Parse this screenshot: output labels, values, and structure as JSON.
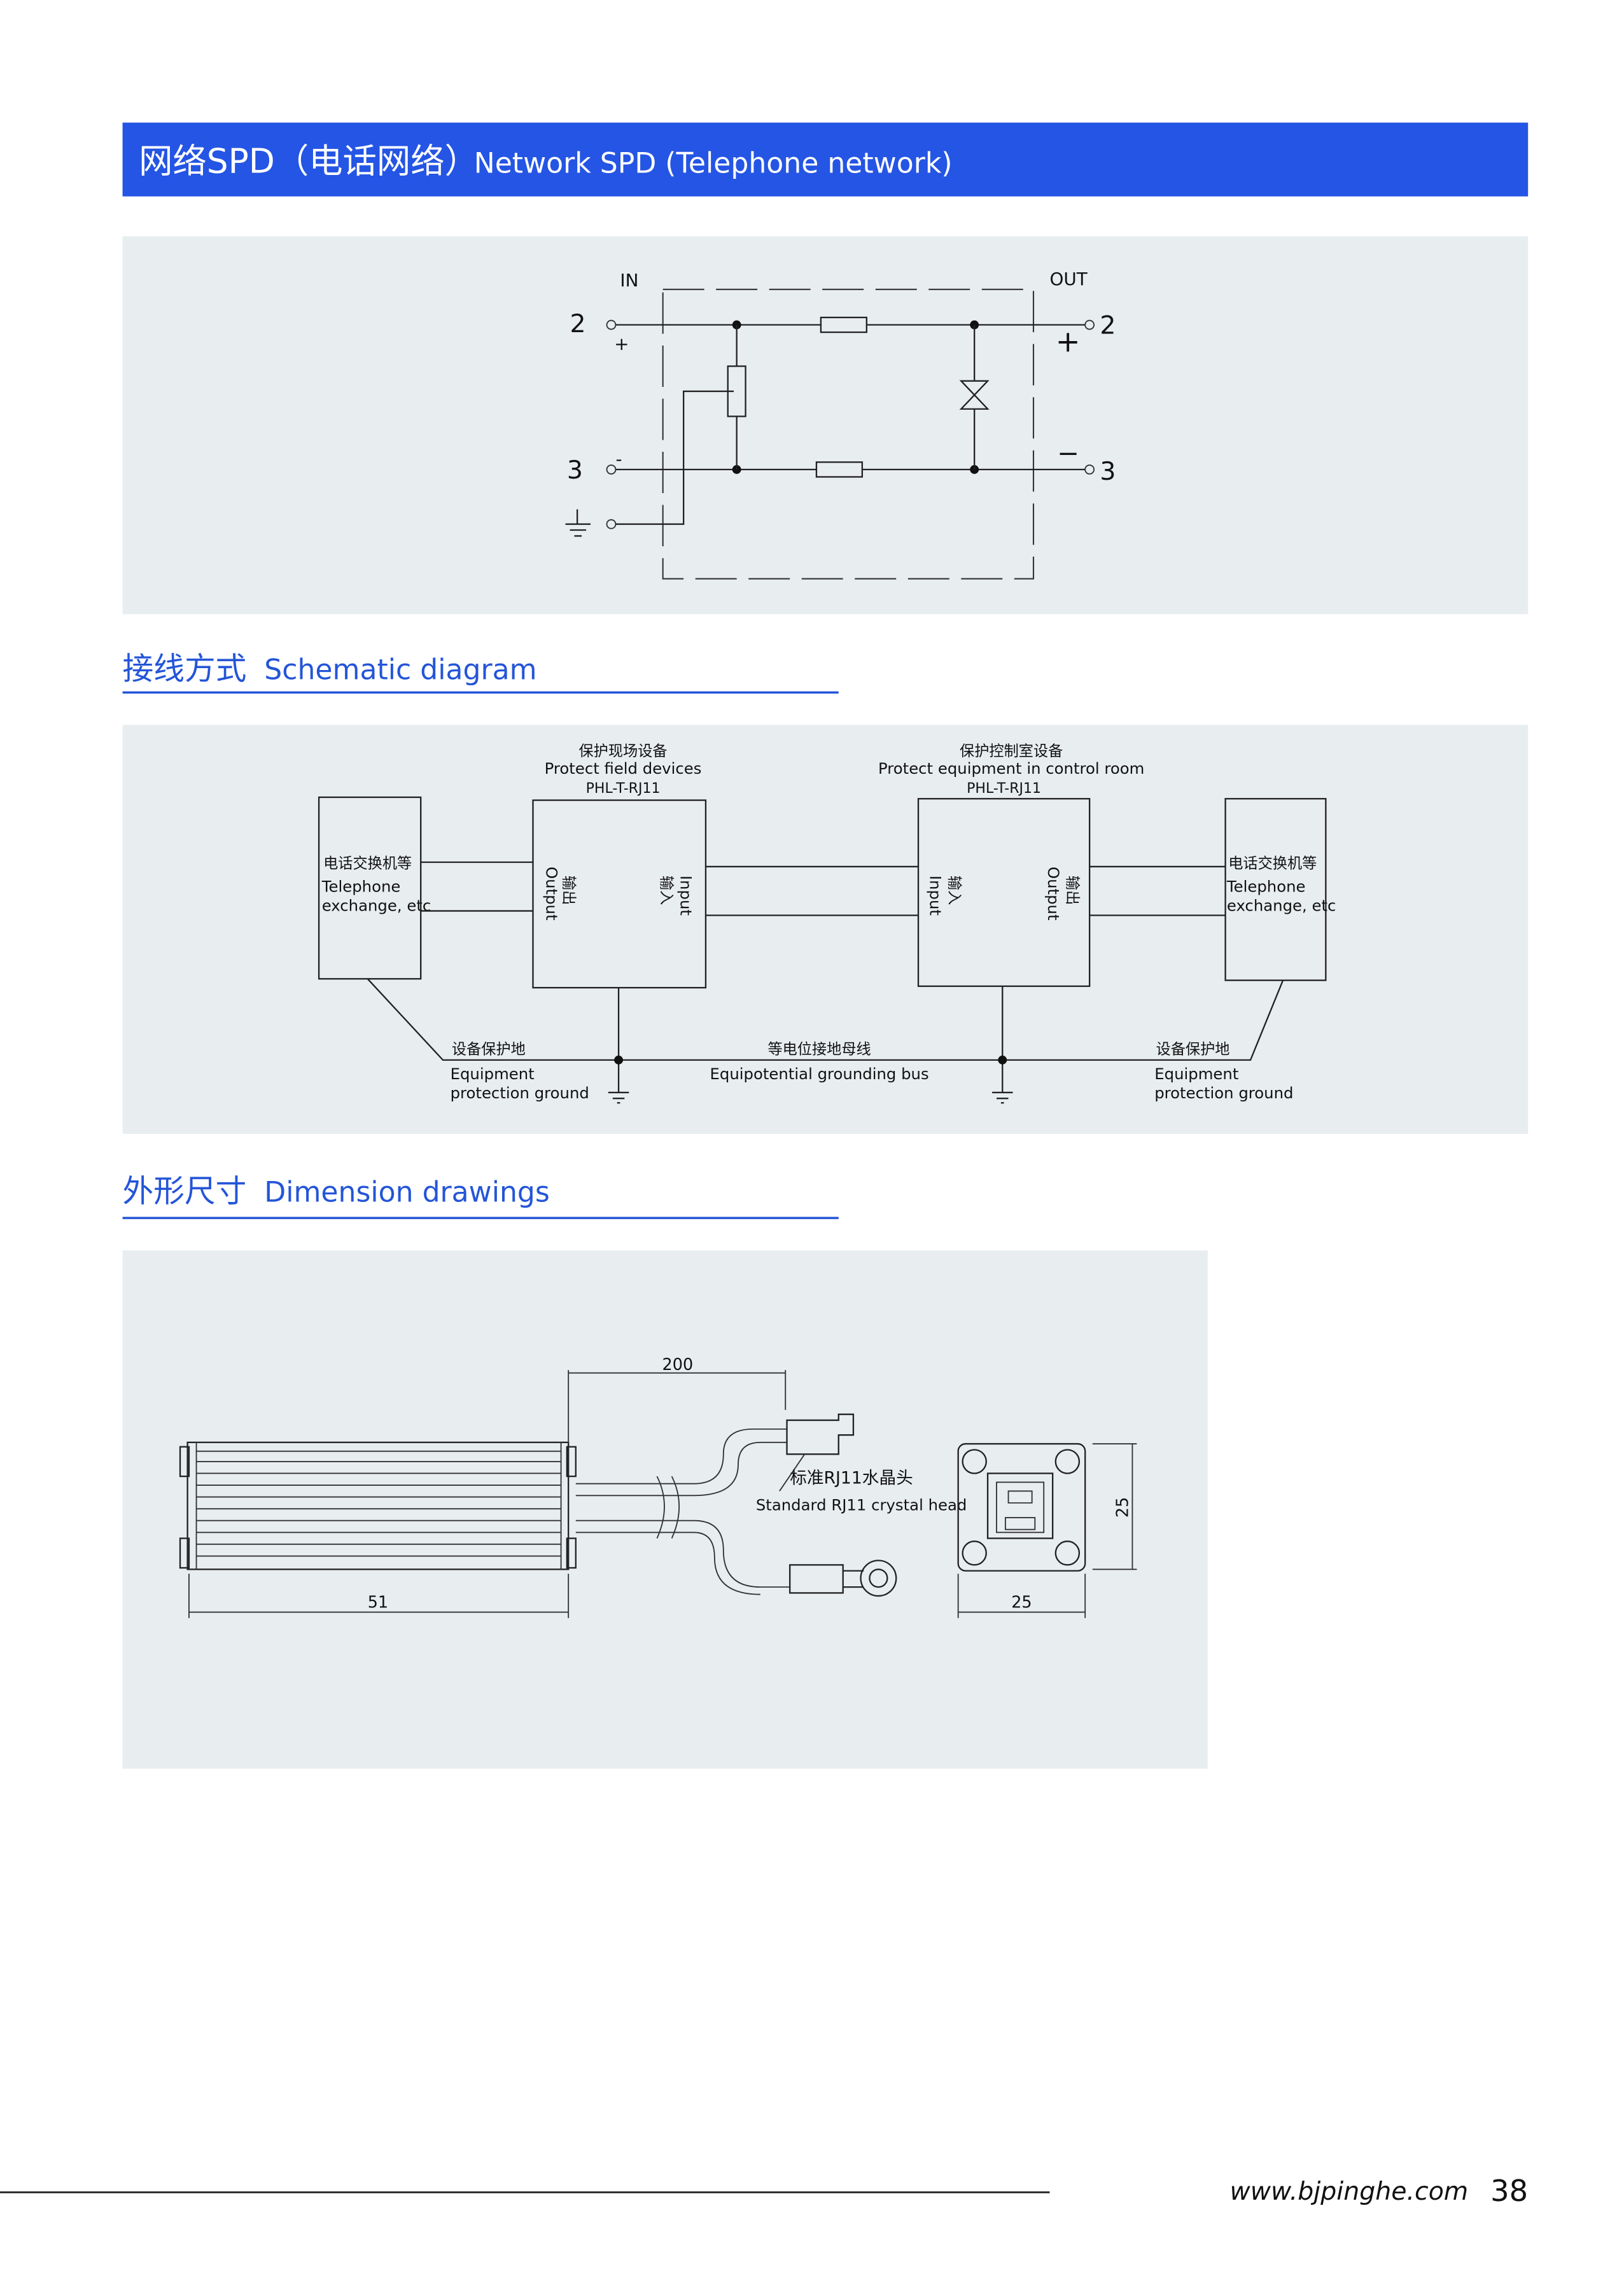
{
  "header": {
    "title_cn": "网络SPD（电话网络）",
    "title_en": "Network SPD (Telephone network)",
    "color": "#2455e4"
  },
  "circuit": {
    "in_label": "IN",
    "out_label": "OUT",
    "pin_2_left": "2",
    "pin_3_left": "3",
    "pin_2_right": "2",
    "pin_3_right": "3",
    "plus_left": "+",
    "minus_left": "-",
    "plus_right": "+",
    "minus_right": "−"
  },
  "schematic_section": {
    "title_cn": "接线方式",
    "title_en": "Schematic diagram"
  },
  "schematic": {
    "field_cn": "保护现场设备",
    "field_en": "Protect field devices",
    "field_model": "PHL-T-RJ11",
    "room_cn": "保护控制室设备",
    "room_en": "Protect  equipment in control room",
    "room_model": "PHL-T-RJ11",
    "left_box_cn": "电话交换机等",
    "left_box_en1": "Telephone",
    "left_box_en2": "exchange, etc",
    "right_box_cn": "电话交换机等",
    "right_box_en1": "Telephone",
    "right_box_en2": "exchange, etc",
    "output_en": "Output",
    "output_cn": "输出",
    "input_en": "Input",
    "input_cn": "输入",
    "left_ground_cn": "设备保护地",
    "left_ground_en1": "Equipment",
    "left_ground_en2": "protection ground",
    "bus_cn": "等电位接地母线",
    "bus_en": "Equipotential grounding bus",
    "right_ground_cn": "设备保护地",
    "right_ground_en1": "Equipment",
    "right_ground_en2": "protection ground"
  },
  "dimension_section": {
    "title_cn": "外形尺寸",
    "title_en": "Dimension drawings"
  },
  "dimensions": {
    "cable_length": "200",
    "body_length": "51",
    "face_width": "25",
    "face_height": "25",
    "connector_cn": "标准RJ11水晶头",
    "connector_en": "Standard RJ11 crystal head"
  },
  "footer": {
    "website": "www.bjpinghe.com",
    "page_number": "38"
  }
}
